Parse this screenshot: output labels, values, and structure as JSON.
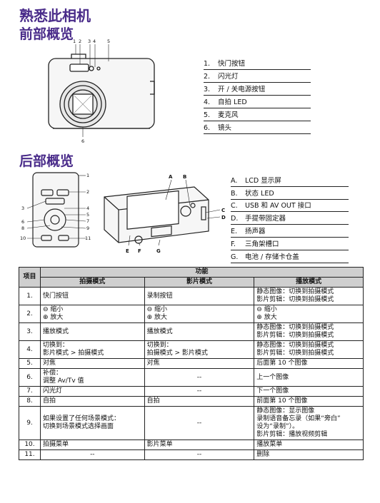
{
  "titles": {
    "main": "熟悉此相机",
    "front": "前部概览",
    "back": "后部概览"
  },
  "front_callouts": [
    "1",
    "2",
    "3",
    "4",
    "5",
    "6"
  ],
  "front_legend": [
    {
      "num": "1.",
      "text": "快门按钮"
    },
    {
      "num": "2.",
      "text": "闪光灯"
    },
    {
      "num": "3.",
      "text": "开 / 关电源按钮"
    },
    {
      "num": "4.",
      "text": "自拍 LED"
    },
    {
      "num": "5.",
      "text": "麦克风"
    },
    {
      "num": "6.",
      "text": "镜头"
    }
  ],
  "back_side_callouts": [
    "1",
    "2",
    "3",
    "4",
    "5",
    "6",
    "7",
    "8",
    "9",
    "10",
    "11"
  ],
  "back_main_callouts": [
    "A",
    "B",
    "C",
    "D",
    "E",
    "F",
    "G"
  ],
  "back_legend": [
    {
      "num": "A.",
      "text": "LCD 显示屏"
    },
    {
      "num": "B.",
      "text": "状态 LED"
    },
    {
      "num": "C.",
      "text": "USB 和 AV OUT 接口"
    },
    {
      "num": "D.",
      "text": "手提带固定器"
    },
    {
      "num": "E.",
      "text": "扬声器"
    },
    {
      "num": "F.",
      "text": "三角架槽口"
    },
    {
      "num": "G.",
      "text": "电池 / 存储卡仓盖"
    }
  ],
  "table": {
    "header_item": "项目",
    "header_function": "功能",
    "header_modes": [
      "拍摄模式",
      "影片模式",
      "播放模式"
    ],
    "rows": [
      {
        "n": "1.",
        "c1": [
          "快门按钮"
        ],
        "c2": [
          "录制按钮"
        ],
        "c3": [
          "静态图像：切换到拍摄模式",
          "影片剪辑：切换到拍摄模式"
        ]
      },
      {
        "n": "2.",
        "c1": [
          "⊖ 缩小",
          "⊕ 放大"
        ],
        "c2": [
          "⊖ 缩小",
          "⊕ 放大"
        ],
        "c3": [
          "⊖ 缩小",
          "⊕ 放大"
        ]
      },
      {
        "n": "3.",
        "c1": [
          "播放模式"
        ],
        "c2": [
          "播放模式"
        ],
        "c3": [
          "静态图像：切换到拍摄模式",
          "影片剪辑：切换到拍摄模式"
        ]
      },
      {
        "n": "4.",
        "c1": [
          "切换到：",
          "影片模式 > 拍摄模式"
        ],
        "c2": [
          "切换到：",
          "拍摄模式 > 影片模式"
        ],
        "c3": [
          "静态图像：切换到拍摄模式",
          "影片剪辑：切换到拍摄模式"
        ]
      },
      {
        "n": "5.",
        "c1": [
          "对焦"
        ],
        "c2": [
          "对焦"
        ],
        "c3": [
          "后面第 10 个图像"
        ]
      },
      {
        "n": "6.",
        "c1": [
          "补偿：",
          "调整 Av/Tv 值"
        ],
        "c2": [
          "--"
        ],
        "c3": [
          "上一个图像"
        ]
      },
      {
        "n": "7.",
        "c1": [
          "闪光灯"
        ],
        "c2": [
          "--"
        ],
        "c3": [
          "下一个图像"
        ]
      },
      {
        "n": "8.",
        "c1": [
          "自拍"
        ],
        "c2": [
          "自拍"
        ],
        "c3": [
          "前面第 10 个图像"
        ]
      },
      {
        "n": "9.",
        "c1": [
          "如果设置了任何场景模式：",
          "切换到场景模式选择画面"
        ],
        "c2": [
          "--"
        ],
        "c3": [
          "静态图像：显示图像",
          "录制语音备忘录（如果“旁白”",
          "设为“录制”）。",
          "影片剪辑：播放视频剪辑"
        ]
      },
      {
        "n": "10.",
        "c1": [
          "拍摄菜单"
        ],
        "c2": [
          "影片菜单"
        ],
        "c3": [
          "播放菜单"
        ]
      },
      {
        "n": "11.",
        "c1": [
          "--"
        ],
        "c2": [
          "--"
        ],
        "c3": [
          "删除"
        ]
      }
    ]
  }
}
